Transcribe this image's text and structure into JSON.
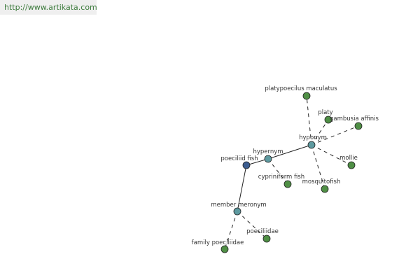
{
  "header": {
    "url": "http://www.artikata.com"
  },
  "colors": {
    "center": "#3b5c8f",
    "relation": "#5e9aa0",
    "leaf": "#4f8f45",
    "edge": "#222222",
    "node_stroke": "#222222"
  },
  "graph": {
    "nodes": [
      {
        "id": "poeciliid-fish",
        "label": "poeciliid fish",
        "kind": "center"
      },
      {
        "id": "hypernym",
        "label": "hypernym",
        "kind": "relation"
      },
      {
        "id": "hyponym",
        "label": "hyponym",
        "kind": "relation"
      },
      {
        "id": "member-meronym",
        "label": "member meronym",
        "kind": "relation"
      },
      {
        "id": "cypriniform-fish",
        "label": "cypriniform fish",
        "kind": "leaf"
      },
      {
        "id": "platypoecilus-maculatus",
        "label": "platypoecilus maculatus",
        "kind": "leaf"
      },
      {
        "id": "platy",
        "label": "platy",
        "kind": "leaf"
      },
      {
        "id": "gambusia-affinis",
        "label": "gambusia affinis",
        "kind": "leaf"
      },
      {
        "id": "mollie",
        "label": "mollie",
        "kind": "leaf"
      },
      {
        "id": "mosquitofish",
        "label": "mosquitofish",
        "kind": "leaf"
      },
      {
        "id": "poeciliidae",
        "label": "poeciliidae",
        "kind": "leaf"
      },
      {
        "id": "family-poeciliidae",
        "label": "family poeciliidae",
        "kind": "leaf"
      }
    ],
    "edges": [
      {
        "from": "poeciliid-fish",
        "to": "hypernym",
        "style": "solid"
      },
      {
        "from": "hypernym",
        "to": "hyponym",
        "style": "solid"
      },
      {
        "from": "poeciliid-fish",
        "to": "member-meronym",
        "style": "solid"
      },
      {
        "from": "hypernym",
        "to": "cypriniform-fish",
        "style": "dashed"
      },
      {
        "from": "hyponym",
        "to": "platypoecilus-maculatus",
        "style": "dashed"
      },
      {
        "from": "hyponym",
        "to": "platy",
        "style": "dashed"
      },
      {
        "from": "hyponym",
        "to": "gambusia-affinis",
        "style": "dashed"
      },
      {
        "from": "hyponym",
        "to": "mollie",
        "style": "dashed"
      },
      {
        "from": "hyponym",
        "to": "mosquitofish",
        "style": "dashed"
      },
      {
        "from": "member-meronym",
        "to": "poeciliidae",
        "style": "dashed"
      },
      {
        "from": "member-meronym",
        "to": "family-poeciliidae",
        "style": "dashed"
      }
    ]
  }
}
